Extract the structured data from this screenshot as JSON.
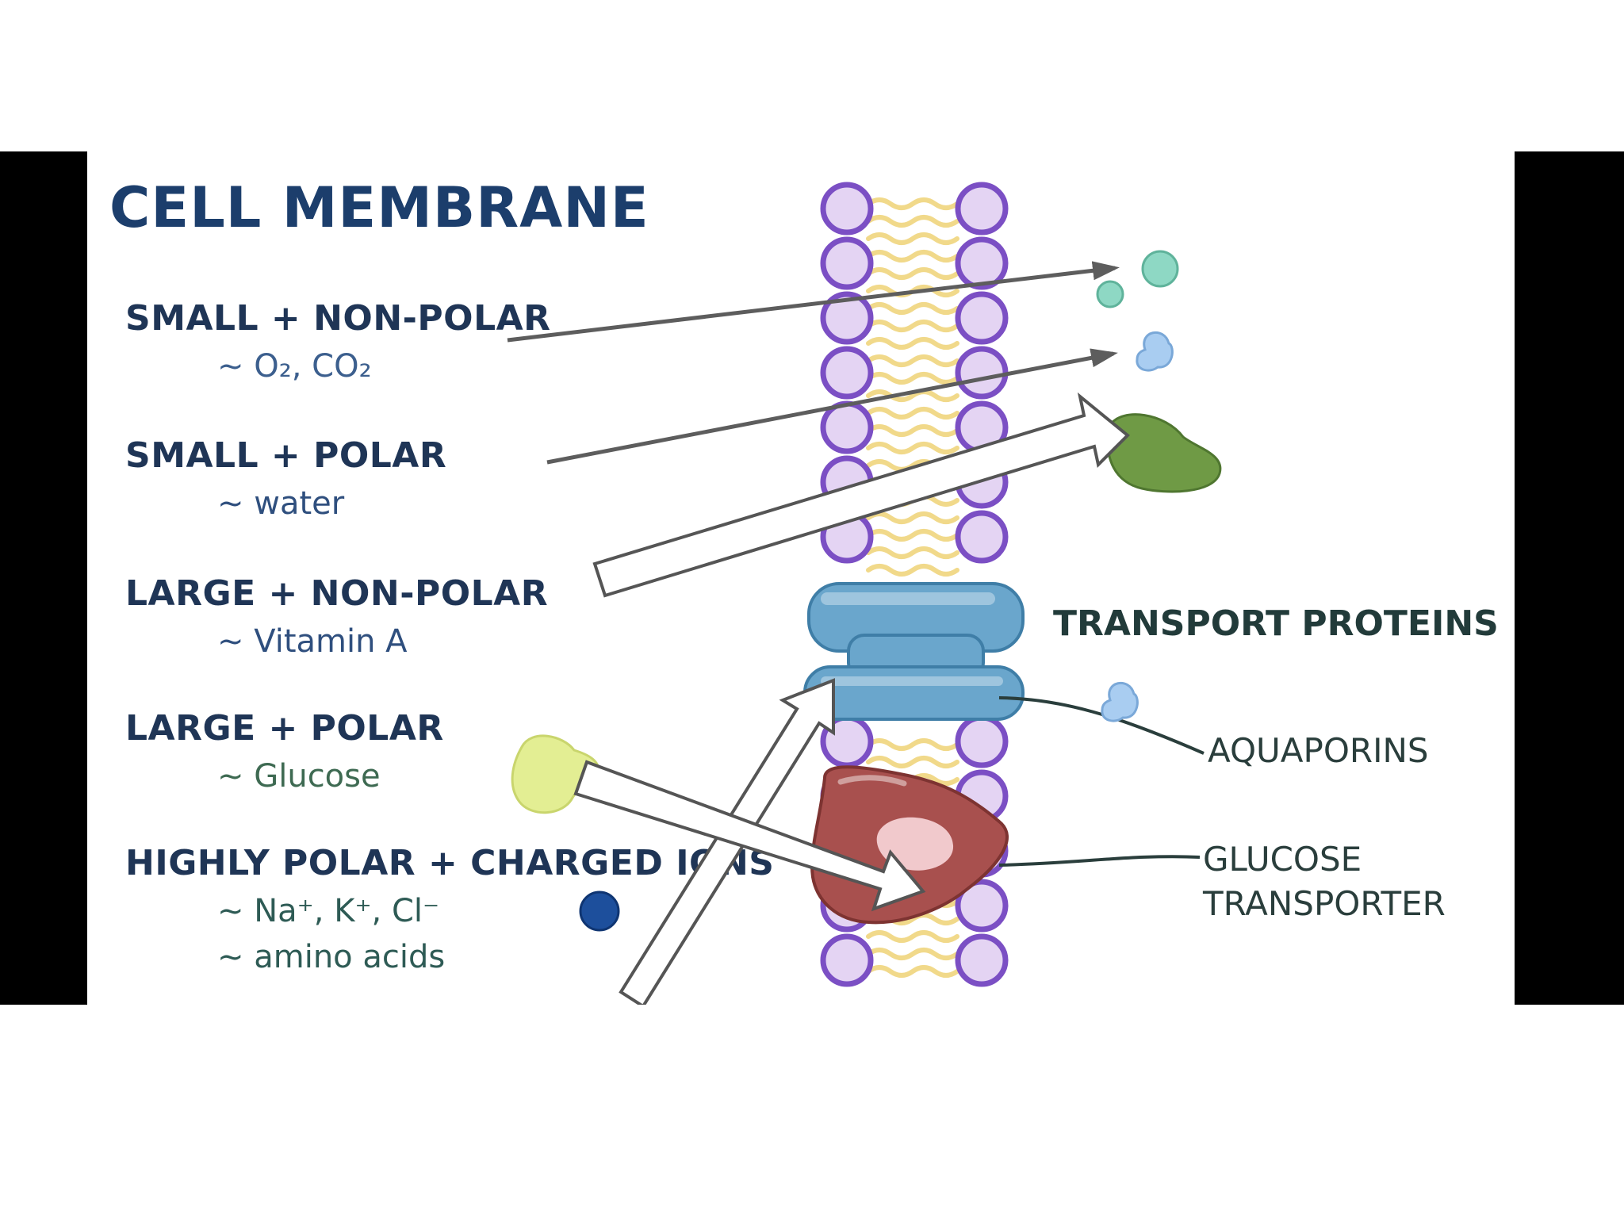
{
  "title": "CELL MEMBRANE",
  "categories": [
    {
      "label": "SMALL + NON-POLAR",
      "examples": [
        "~ O₂, CO₂"
      ],
      "example_color": "#3c5f8e"
    },
    {
      "label": "SMALL + POLAR",
      "examples": [
        "~ water"
      ],
      "example_color": "#2f4f7e"
    },
    {
      "label": "LARGE + NON-POLAR",
      "examples": [
        "~ Vitamin A"
      ],
      "example_color": "#2f4f7e"
    },
    {
      "label": "LARGE + POLAR",
      "examples": [
        "~ Glucose"
      ],
      "example_color": "#3e6a52"
    },
    {
      "label": "HIGHLY POLAR + CHARGED IONS",
      "examples": [
        "~ Na⁺, K⁺, Cl⁻",
        "~ amino acids"
      ],
      "example_color": "#2e5b55"
    }
  ],
  "transport_proteins": {
    "heading": "TRANSPORT PROTEINS",
    "aquaporins": "AQUAPORINS",
    "glucose_transporter": [
      "GLUCOSE",
      "TRANSPORTER"
    ]
  },
  "colors": {
    "title": "#1c3e6c",
    "phospholipid_head": "#e4d4f3",
    "phospholipid_outline": "#7b4fc4",
    "lipid_tail": "#f1d98a",
    "aquaporin": "#6aa6cc",
    "glucose_transporter": "#a8504e",
    "oxygen_molecule": "#8ed8c4",
    "water_molecule": "#a9cdf1",
    "vitamin_a": "#6f9a45",
    "glucose": "#e3ee93",
    "ion": "#1d4f9c"
  }
}
